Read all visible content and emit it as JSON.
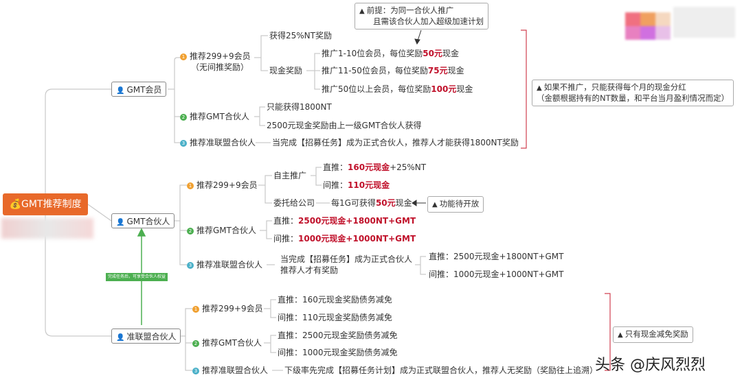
{
  "root": {
    "label": "GMT推荐制度"
  },
  "members": {
    "label": "GMT会员",
    "rec299": {
      "label": "推荐299+9会员",
      "sub": "（无间推奖励）"
    },
    "nt25": "获得25%NT奖励",
    "cash": "现金奖励",
    "premise_line1": "前提：为同一合伙人推广",
    "premise_line2": "且需该合伙人加入超级加速计划",
    "tier1_pre": "推广1-10位会员，每位奖励",
    "tier1_amt": "50元",
    "tier1_post": "现金",
    "tier2_pre": "推广11-50位会员，每位奖励",
    "tier2_amt": "75元",
    "tier2_post": "现金",
    "tier3_pre": "推广50位以上会员，每位奖励",
    "tier3_amt": "100元",
    "tier3_post": "现金",
    "note_line1": "如果不推广，只能获得每个月的现金分红",
    "note_line2": "（金额根据持有的NT数量，和平台当月盈利情况而定）",
    "recGMT": "推荐GMT合伙人",
    "only1800": "只能获得1800NT",
    "cash2500": "2500元现金奖励由上一级GMT合伙人获得",
    "recAlliance": "推荐准联盟合伙人",
    "allianceText": "当完成【招募任务】成为正式合伙人，推荐人才能获得1800NT奖励"
  },
  "partners": {
    "label": "GMT合伙人",
    "rec299": "推荐299+9会员",
    "self": "自主推广",
    "direct_pre": "直推：",
    "direct_red": "160元现金",
    "direct_post": "+25%NT",
    "indirect_pre": "间推：",
    "indirect_red": "110元现金",
    "delegate": "委托给公司",
    "delegate_pre": "每1G可获得",
    "delegate_red": "50元",
    "delegate_post": "现金",
    "pending": "功能待开放",
    "recGMT": "推荐GMT合伙人",
    "gmt_direct_pre": "直推：",
    "gmt_direct_red": "2500元现金+1800NT+GMT",
    "gmt_indirect_pre": "间推：",
    "gmt_indirect_red": "1000元现金+1000NT+GMT",
    "recAlliance": "推荐准联盟合伙人",
    "alliance_l1": "当完成【招募任务】成为正式合伙人",
    "alliance_l2": "推荐人才有奖励",
    "alliance_direct": "直推：2500元现金+1800NT+GMT",
    "alliance_indirect": "间推：1000元现金+1000NT+GMT"
  },
  "quasi": {
    "label": "准联盟合伙人",
    "upgrade": "完成任务后，可享受合伙人权益",
    "rec299": "推荐299+9会员",
    "d1": "直推：160元现金奖励债务减免",
    "i1": "间推：110元现金奖励债务减免",
    "recGMT": "推荐GMT合伙人",
    "d2": "直推：2500元现金奖励债务减免",
    "i2": "间推：1000元现金奖励债务减免",
    "recAlliance": "推荐准联盟合伙人",
    "allianceText": "下级率先完成【招募任务计划】成为正式联盟合伙人，推荐人无奖励（奖励往上追溯）",
    "cashOnly": "只有现金减免奖励"
  },
  "watermark": "头条 @庆风烈烈",
  "colors": {
    "root": "#e8692a",
    "red": "#c0102a",
    "green": "#4caf50",
    "orange": "#f0a030",
    "teal": "#4ab0c8",
    "line": "#c9c9c9",
    "bracket": "#d04050"
  }
}
